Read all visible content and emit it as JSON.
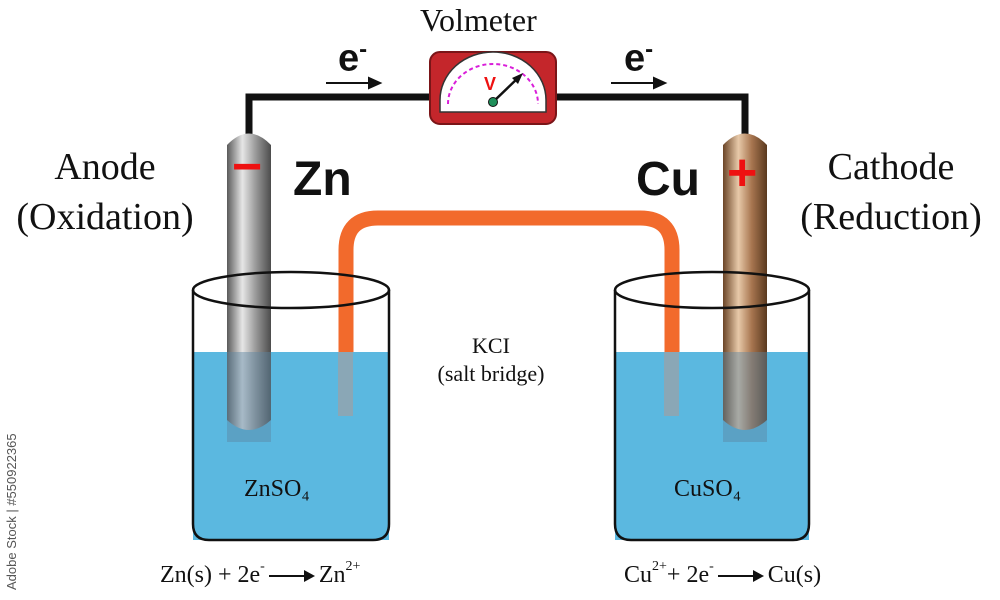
{
  "labels": {
    "voltmeter": "Volmeter",
    "voltmeter_symbol": "V",
    "anode_line1": "Anode",
    "anode_line2": "(Oxidation)",
    "cathode_line1": "Cathode",
    "cathode_line2": "(Reduction)",
    "zn": "Zn",
    "cu": "Cu",
    "anode_sign": "−",
    "cathode_sign": "+",
    "electron": "e",
    "electron_charge": "-",
    "bridge_line1": "KCI",
    "bridge_line2": "(salt bridge)",
    "left_solution": "ZnSO₄",
    "right_solution": "CuSO₄"
  },
  "equations": {
    "left": {
      "a": "Zn(s) + 2e",
      "a_sup": "-",
      "b": "Zn",
      "b_sup": "2+"
    },
    "right": {
      "a": "Cu",
      "a_sup": "2+",
      "b": "+ 2e",
      "b_sup": "-",
      "c": "Cu(s)"
    }
  },
  "watermark": "Adobe Stock | #550922365",
  "colors": {
    "solution": "#5bb8e0",
    "salt_bridge": "#f26a2c",
    "zinc": "#8f8f8f",
    "copper": "#9c6b44",
    "voltmeter_body": "#c4262b",
    "sign_red": "#ee1111",
    "wire": "#111111"
  }
}
